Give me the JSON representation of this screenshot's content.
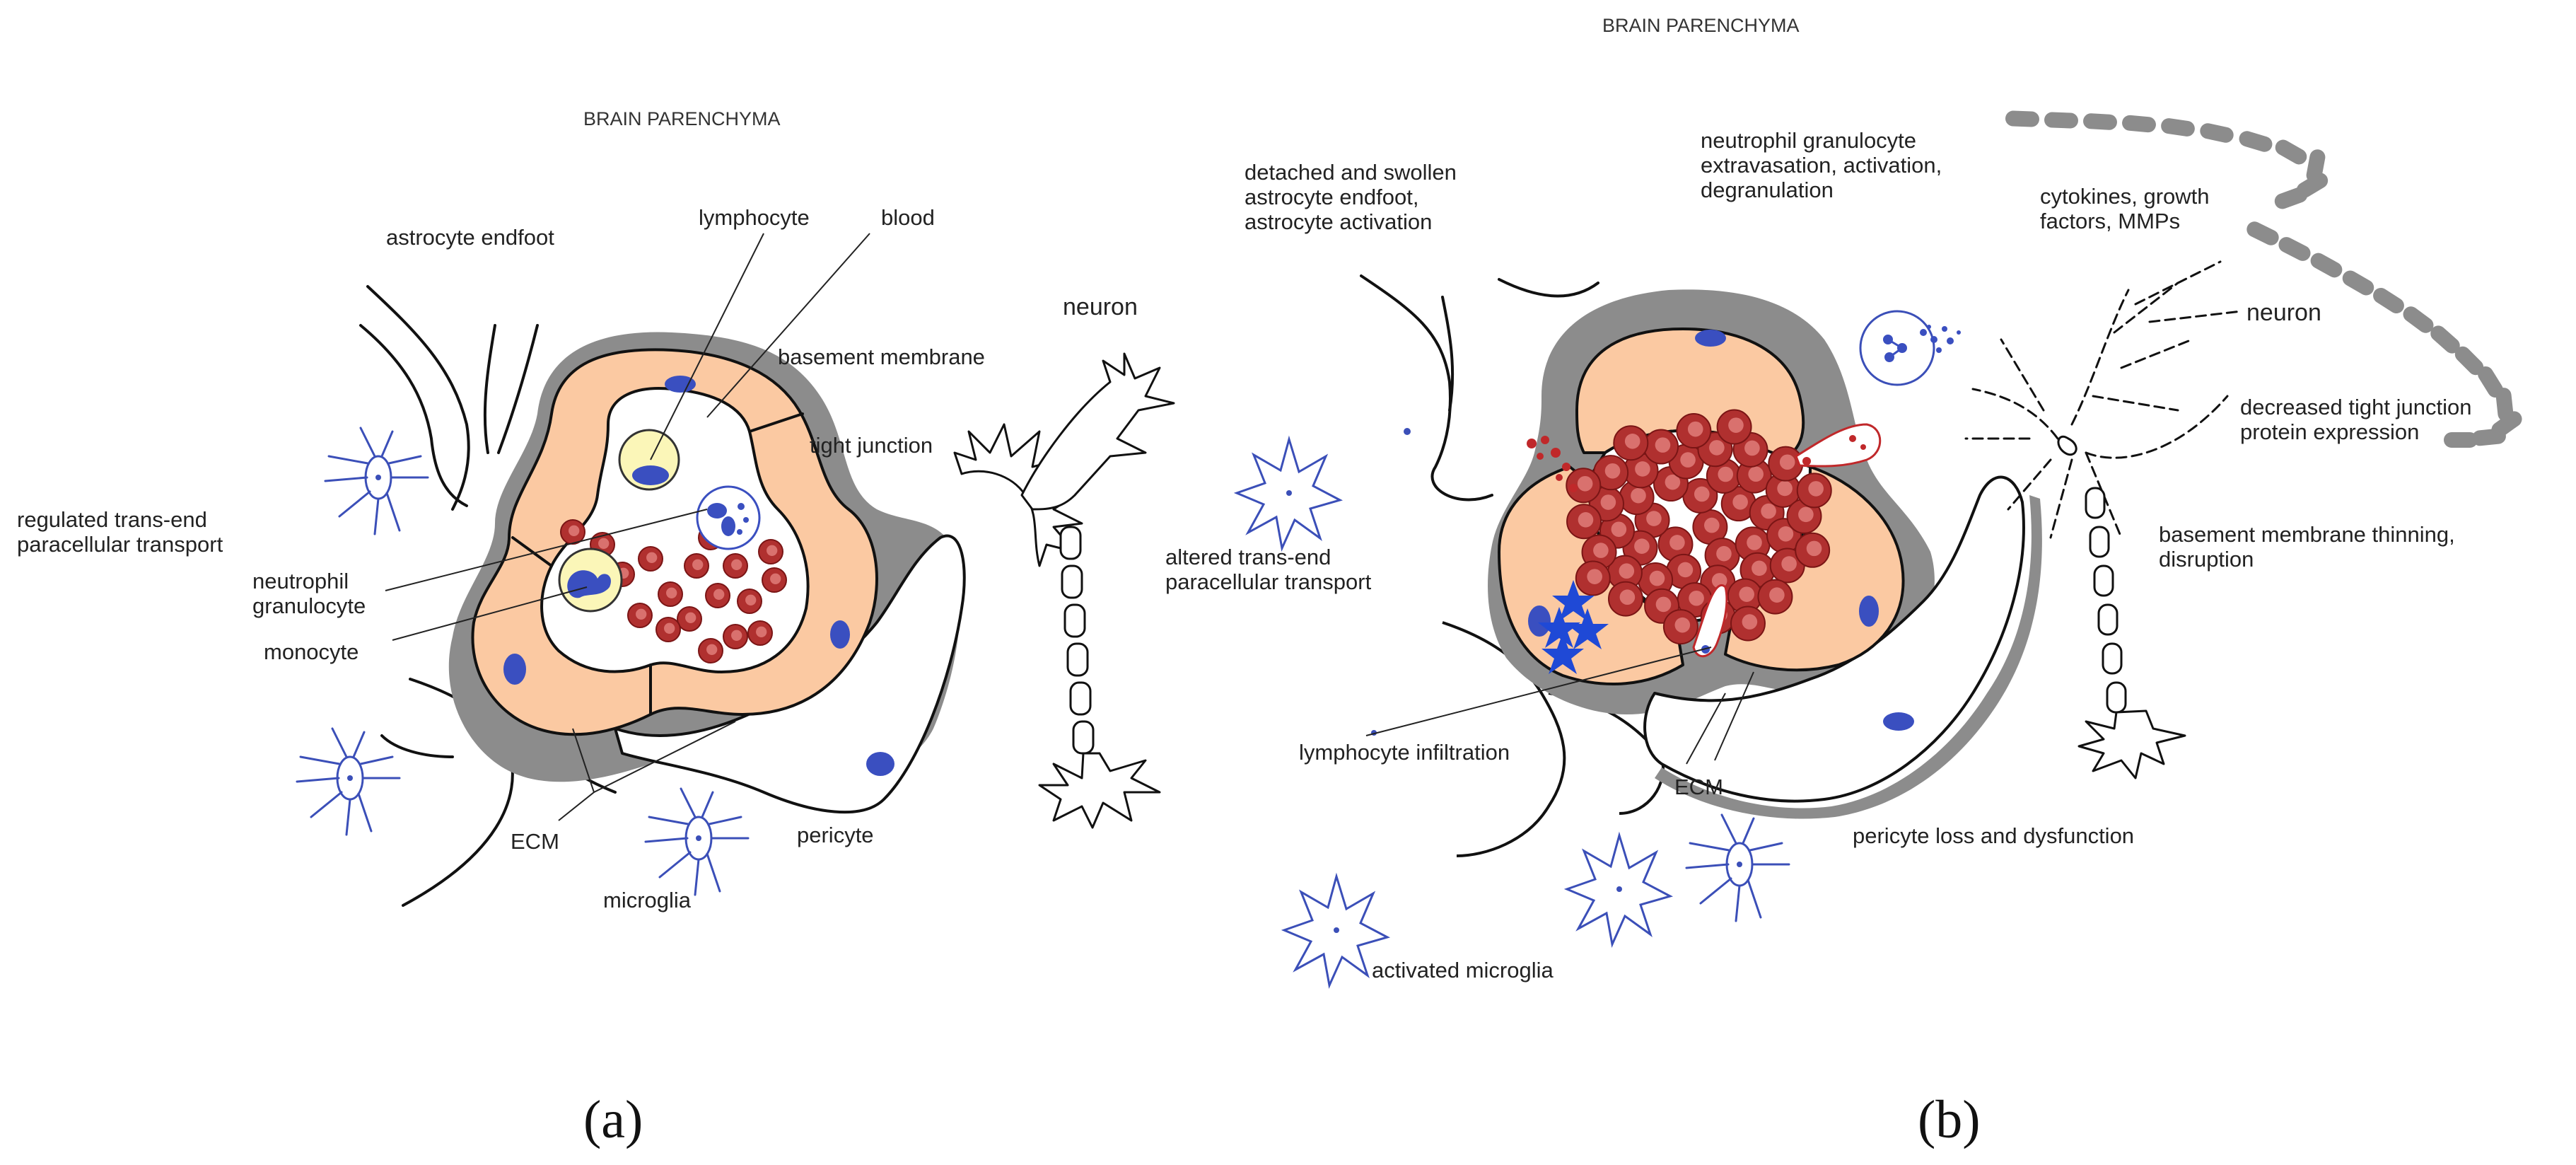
{
  "panel_a": {
    "header": "BRAIN PARENCHYMA",
    "labels": {
      "astrocyte_endfoot": "astrocyte endfoot",
      "lymphocyte": "lymphocyte",
      "blood": "blood",
      "basement_membrane": "basement membrane",
      "neuron": "neuron",
      "tight_junction": "tight junction",
      "transport_line1": "regulated trans-end",
      "transport_line2": "paracellular transport",
      "neutrophil_line1": "neutrophil",
      "neutrophil_line2": "granulocyte",
      "monocyte": "monocyte",
      "ecm": "ECM",
      "pericyte": "pericyte",
      "microglia": "microglia"
    },
    "panel_label": "(a)"
  },
  "panel_b": {
    "header": "BRAIN PARENCHYMA",
    "labels": {
      "astro_line1": "detached and swollen",
      "astro_line2": "astrocyte endfoot,",
      "astro_line3": "astrocyte activation",
      "neutro_line1": "neutrophil granulocyte",
      "neutro_line2": "extravasation, activation,",
      "neutro_line3": "degranulation",
      "cyto_line1": "cytokines, growth",
      "cyto_line2": "factors, MMPs",
      "neuron": "neuron",
      "tj_line1": "decreased tight junction",
      "tj_line2": "protein expression",
      "transport_line1": "altered trans-end",
      "transport_line2": "paracellular transport",
      "bm_line1": "basement membrane thinning,",
      "bm_line2": "disruption",
      "lymph_infiltration": "lymphocyte infiltration",
      "ecm": "ECM",
      "pericyte_loss": "pericyte loss and dysfunction",
      "activated_microglia": "activated microglia"
    },
    "panel_label": "(b)"
  },
  "colors": {
    "endothelium": "#fbc9a2",
    "basement_membrane": "#8c8c8c",
    "nucleus": "#3a4fc0",
    "microglia": "#3b4fb8",
    "erythrocyte": "#b0302f",
    "lymphocyte_fill": "#fbf6b8"
  }
}
